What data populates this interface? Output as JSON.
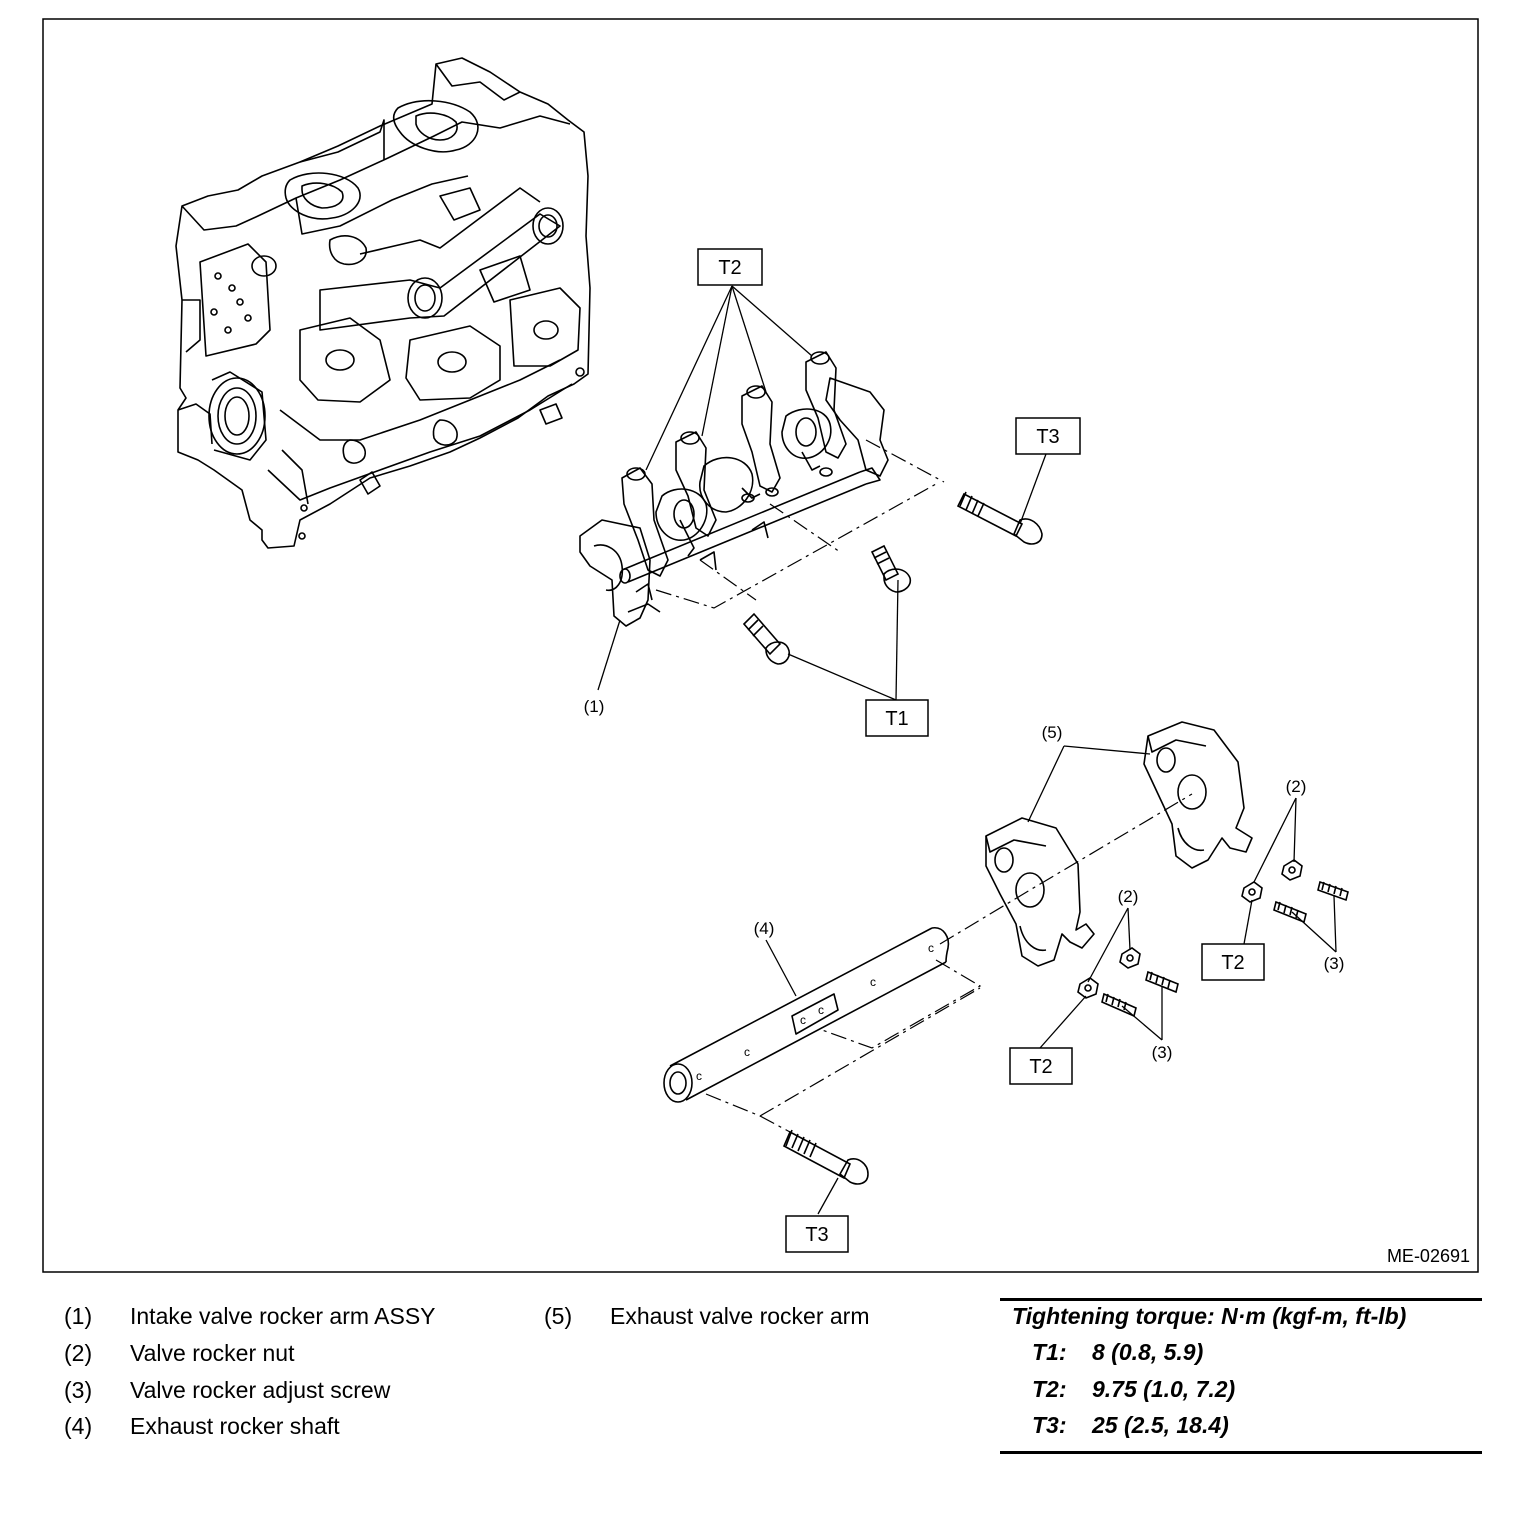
{
  "figure_id": "ME-02691",
  "callouts": {
    "c1": "(1)",
    "c2a": "(2)",
    "c2b": "(2)",
    "c3a": "(3)",
    "c3b": "(3)",
    "c4": "(4)",
    "c5": "(5)"
  },
  "torque_boxes": {
    "t2_top": "T2",
    "t3_top": "T3",
    "t1": "T1",
    "t2_right": "T2",
    "t2_mid": "T2",
    "t3_bottom": "T3"
  },
  "legend": [
    {
      "num": "(1)",
      "text": "Intake valve rocker arm ASSY"
    },
    {
      "num": "(2)",
      "text": "Valve rocker nut"
    },
    {
      "num": "(3)",
      "text": "Valve rocker adjust screw"
    },
    {
      "num": "(4)",
      "text": "Exhaust rocker shaft"
    },
    {
      "num": "(5)",
      "text": "Exhaust valve rocker arm"
    }
  ],
  "torque_table": {
    "heading": "Tightening torque: N·m (kgf-m, ft-lb)",
    "rows": [
      {
        "code": "T1:",
        "value": "8 (0.8, 5.9)"
      },
      {
        "code": "T2:",
        "value": "9.75 (1.0, 7.2)"
      },
      {
        "code": "T3:",
        "value": "25 (2.5, 18.4)"
      }
    ]
  }
}
